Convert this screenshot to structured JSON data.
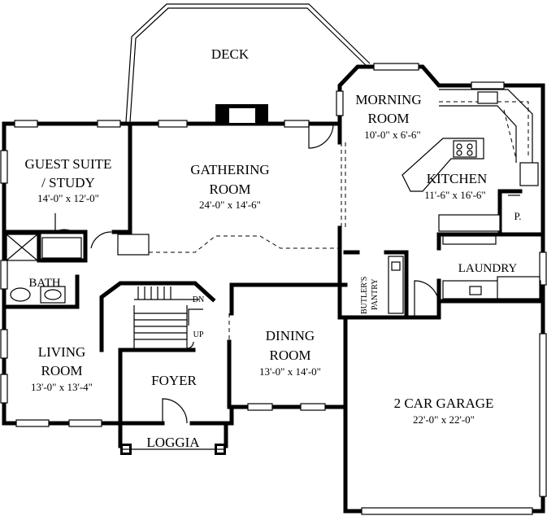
{
  "rooms": {
    "deck": {
      "name": "DECK"
    },
    "morning_room": {
      "name_line1": "MORNING",
      "name_line2": "ROOM",
      "size": "10'-0\" x 6'-6\""
    },
    "guest_suite": {
      "name_line1": "GUEST SUITE",
      "name_line2": "/ STUDY",
      "size": "14'-0\" x 12'-0\""
    },
    "gathering_room": {
      "name_line1": "GATHERING",
      "name_line2": "ROOM",
      "size": "24'-0\" x 14'-6\""
    },
    "kitchen": {
      "name": "KITCHEN",
      "size": "11'-6\" x 16'-6\""
    },
    "pantry": {
      "name": "P."
    },
    "laundry": {
      "name": "LAUNDRY"
    },
    "bath": {
      "name": "BATH"
    },
    "butlers_pantry": {
      "name_line1": "BUTLER'S",
      "name_line2": "PANTRY"
    },
    "stairs": {
      "down": "DN",
      "up": "UP"
    },
    "living_room": {
      "name_line1": "LIVING",
      "name_line2": "ROOM",
      "size": "13'-0\" x 13'-4\""
    },
    "foyer": {
      "name": "FOYER"
    },
    "dining_room": {
      "name_line1": "DINING",
      "name_line2": "ROOM",
      "size": "13'-0\" x 14'-0\""
    },
    "garage": {
      "name": "2 CAR GARAGE",
      "size": "22'-0\" x 22'-0\""
    },
    "loggia": {
      "name": "LOGGIA"
    }
  }
}
